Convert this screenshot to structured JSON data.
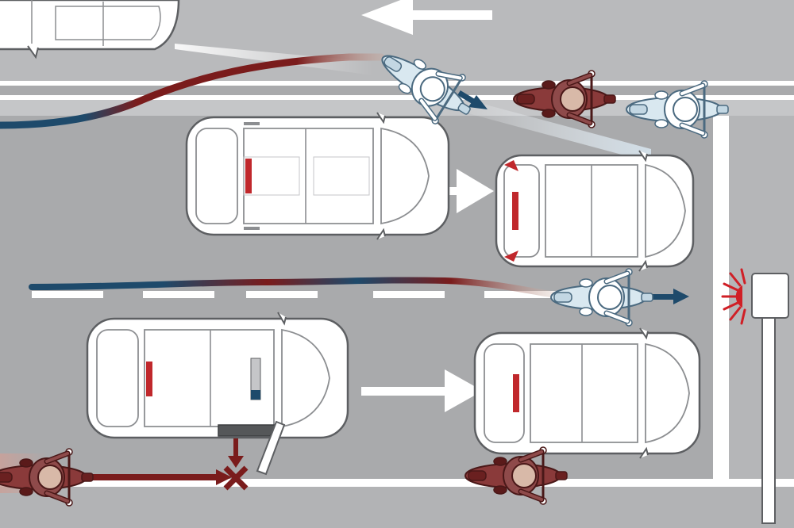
{
  "palette": {
    "road": "#a9aaac",
    "road_light": "#bdbec0",
    "lane_marking": "#ffffff",
    "car_body": "#ffffff",
    "car_outline": "#5d5f62",
    "tail_light": "#c0282c",
    "rider_blue_helmet": "#ffffff",
    "rider_blue_bike": "#d9e8f0",
    "rider_red": "#7a2b2b",
    "rider_red_skin": "#d8b9a8",
    "path_blue": "#1e4a6b",
    "path_red": "#7a1c1c",
    "signal_red": "#d01f26"
  },
  "diagram": {
    "cars": [
      {
        "id": "oncoming-car",
        "direction": "left"
      },
      {
        "id": "car-upper-left",
        "direction": "right"
      },
      {
        "id": "car-upper-right",
        "direction": "right"
      },
      {
        "id": "car-lower-left",
        "direction": "right",
        "door_open": true
      },
      {
        "id": "car-lower-right",
        "direction": "right"
      }
    ],
    "riders": [
      {
        "id": "rider-blue-top",
        "color": "blue"
      },
      {
        "id": "rider-red-top",
        "color": "red"
      },
      {
        "id": "rider-blue-front",
        "color": "blue"
      },
      {
        "id": "rider-blue-middle",
        "color": "blue"
      },
      {
        "id": "rider-red-bottom-right",
        "color": "red"
      },
      {
        "id": "rider-red-bottom-left",
        "color": "red"
      }
    ],
    "icons": [
      "arrow-left-icon",
      "arrow-right-icon",
      "collision-x-icon",
      "traffic-signal-icon"
    ],
    "signal_state": "red"
  }
}
